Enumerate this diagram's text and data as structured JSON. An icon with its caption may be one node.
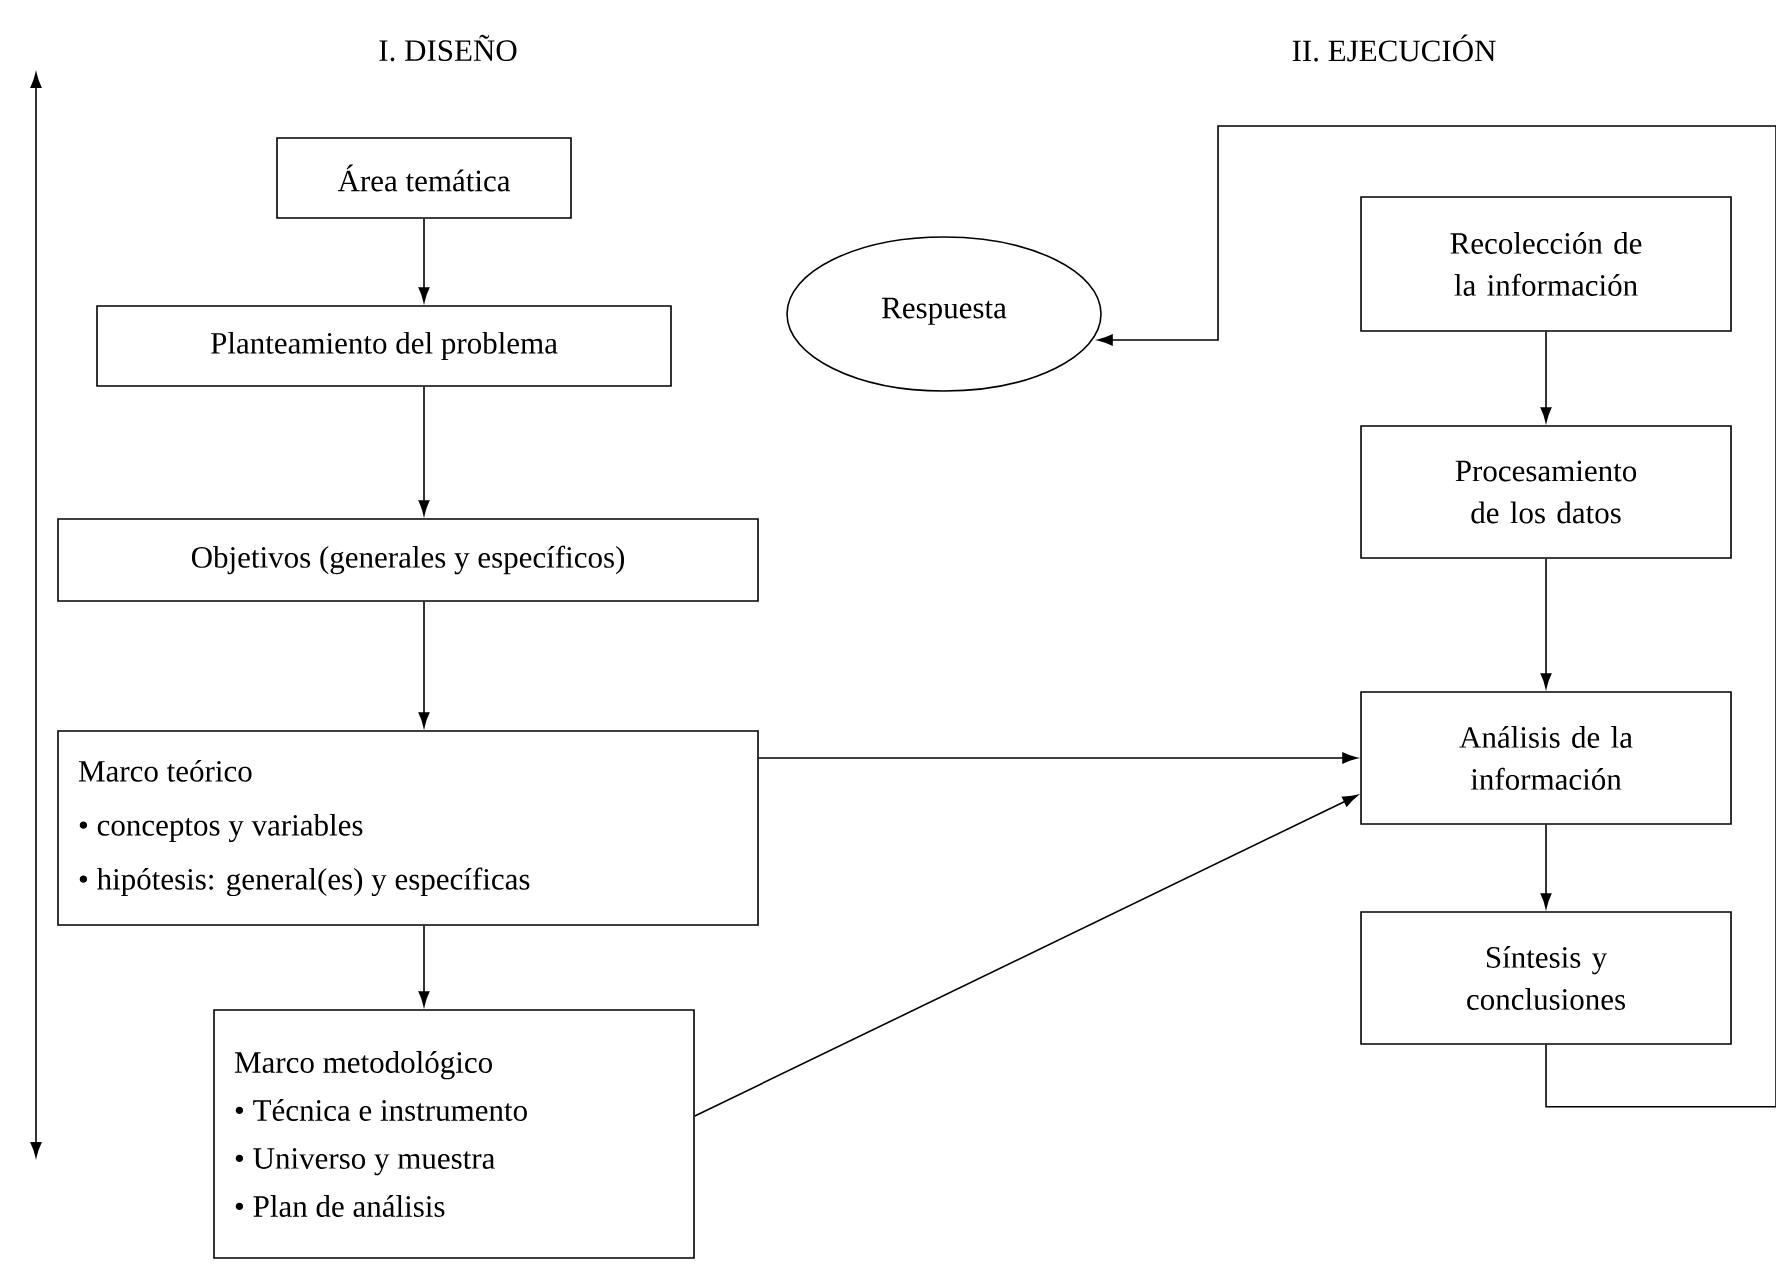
{
  "diagram": {
    "nodes": [
      {
        "text": [
          "Área temática"
        ]
      },
      {
        "text": [
          "Planteamiento del problema"
        ]
      },
      {
        "text": [
          "Objetivos (generales y específicos)"
        ]
      },
      {
        "text": [
          "Marco teórico",
          "• conceptos y variables",
          "• hipótesis: general(es) y específicas"
        ]
      },
      {
        "text": [
          "Marco metodológico",
          "• Técnica e instrumento",
          "• Universo y muestra",
          "• Plan de análisis"
        ]
      },
      {
        "text": [
          "Respuesta"
        ]
      },
      {
        "text": [
          "Recolección de la información"
        ]
      },
      {
        "text": [
          "Procesamiento de los datos"
        ]
      },
      {
        "text": [
          "Análisis de la información"
        ]
      },
      {
        "text": [
          "Síntesis y conclusiones"
        ]
      }
    ],
    "edges": [
      {
        "from": 0,
        "to": 1,
        "arrow": "to"
      },
      {
        "from": 1,
        "to": 2,
        "arrow": "to"
      },
      {
        "from": 2,
        "to": 3,
        "arrow": "to"
      },
      {
        "from": 3,
        "to": 4,
        "arrow": "to"
      },
      {
        "from": 3,
        "to": 8,
        "arrow": "to"
      },
      {
        "from": 4,
        "to": 8,
        "arrow": "to"
      },
      {
        "from": 6,
        "to": 7,
        "arrow": "to"
      },
      {
        "from": 7,
        "to": 8,
        "arrow": "to"
      },
      {
        "from": 8,
        "to": 9,
        "arrow": "to"
      },
      {
        "from": 9,
        "to": 5,
        "arrow": "to"
      }
    ],
    "labels": [
      "I. DISEÑO",
      "II. EJECUCIÓN"
    ]
  }
}
